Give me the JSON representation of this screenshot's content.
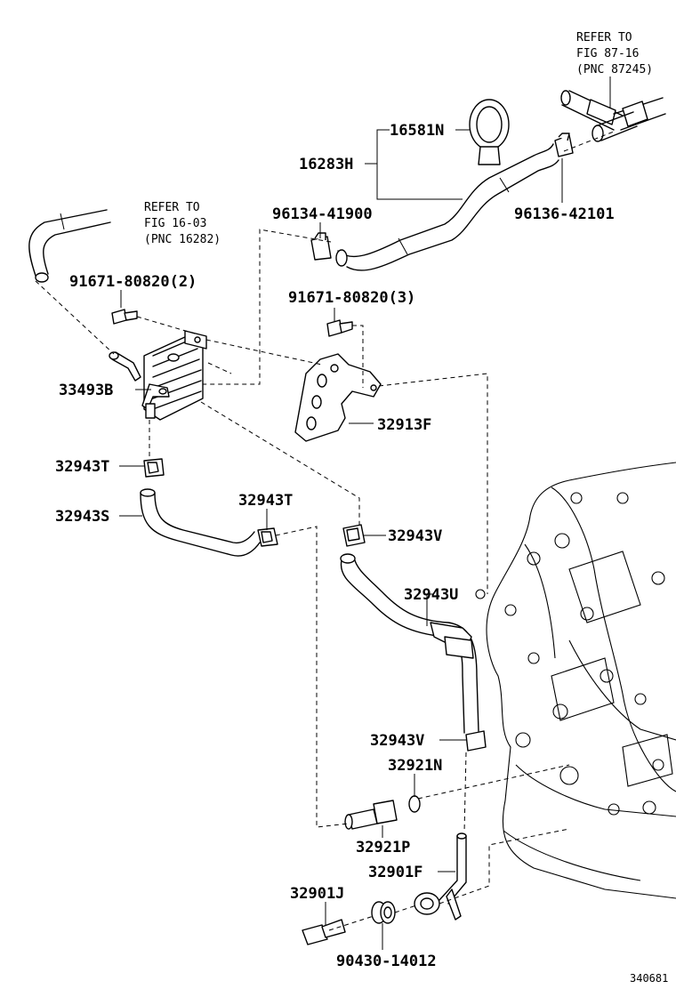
{
  "labels": {
    "p16581N": "16581N",
    "p16283H": "16283H",
    "p96134": "96134-41900",
    "p96136": "96136-42101",
    "p91671a": "91671-80820(2)",
    "p91671b": "91671-80820(3)",
    "p33493B": "33493B",
    "p32913F": "32913F",
    "p32943T_a": "32943T",
    "p32943S": "32943S",
    "p32943T_b": "32943T",
    "p32943V_a": "32943V",
    "p32943U": "32943U",
    "p32943V_b": "32943V",
    "p32921N": "32921N",
    "p32921P": "32921P",
    "p32901F": "32901F",
    "p32901J": "32901J",
    "p90430": "90430-14012"
  },
  "refs": {
    "ref1_line1": "REFER TO",
    "ref1_line2": "FIG 87-16",
    "ref1_line3": "(PNC 87245)",
    "ref2_line1": "REFER TO",
    "ref2_line2": "FIG 16-03",
    "ref2_line3": "(PNC 16282)"
  },
  "figure_id": "340681"
}
